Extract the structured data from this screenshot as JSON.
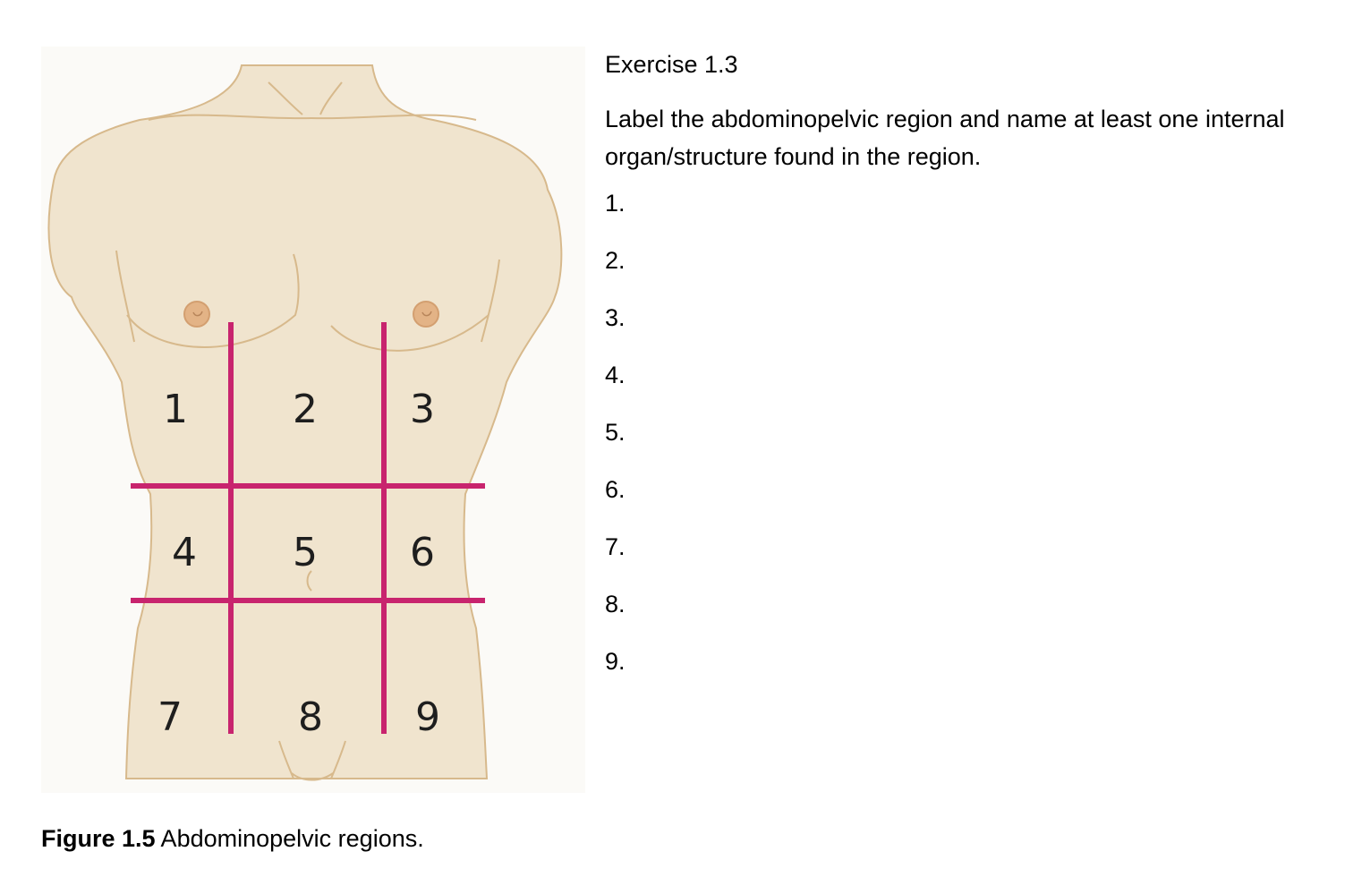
{
  "exercise": {
    "title": "Exercise 1.3",
    "instructions": "Label the abdominopelvic region and name at least one internal organ/structure found in the region.",
    "answers": [
      "1.",
      "2.",
      "3.",
      "4.",
      "5.",
      "6.",
      "7.",
      "8.",
      "9."
    ]
  },
  "figure": {
    "region_numbers": [
      "1",
      "2",
      "3",
      "4",
      "5",
      "6",
      "7",
      "8",
      "9"
    ],
    "skin_color": "#f0e4ce",
    "outline_color": "#d7b98c",
    "grid_color": "#c8246e",
    "nipple_color": "#e3b386"
  },
  "caption": {
    "label": "Figure 1.5",
    "text": " Abdominopelvic regions."
  }
}
